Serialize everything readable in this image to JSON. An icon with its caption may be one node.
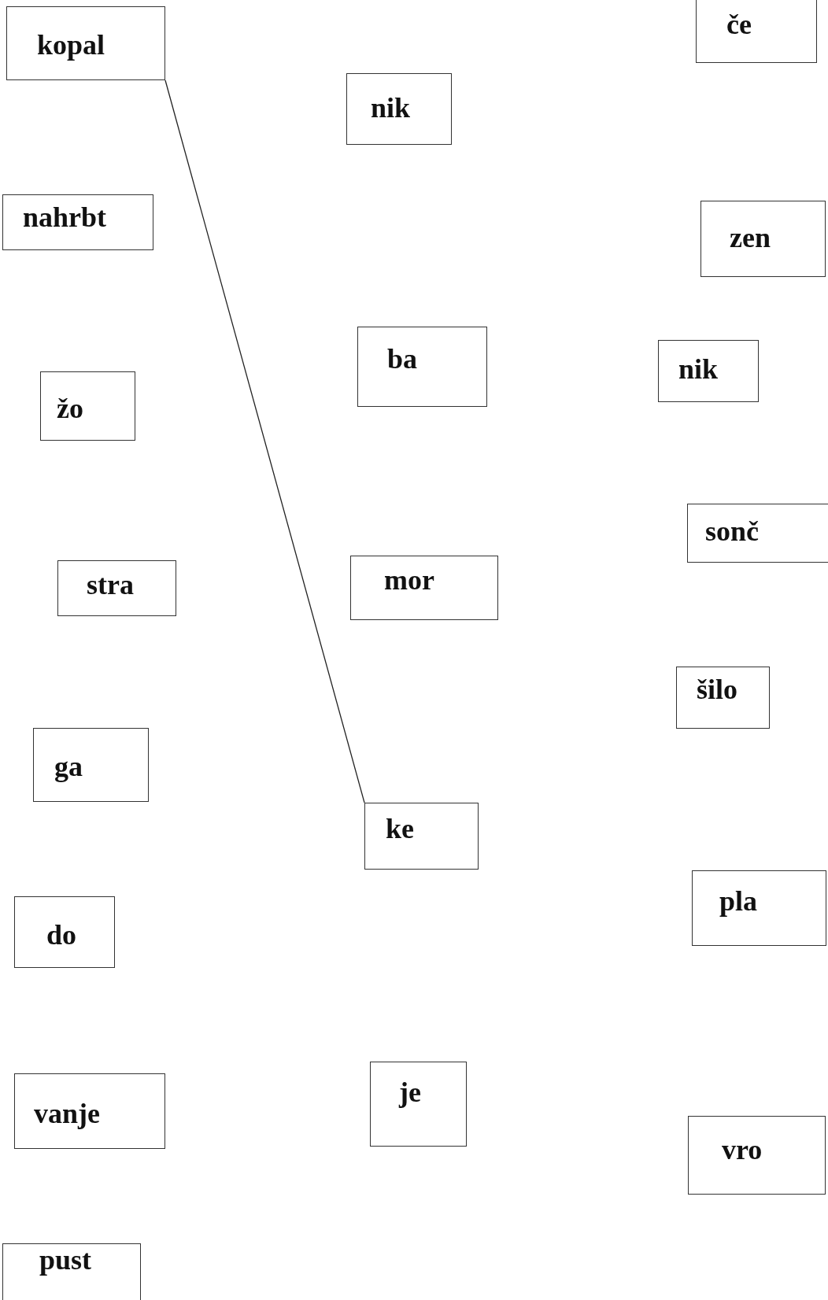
{
  "diagram": {
    "nodes": [
      {
        "text": [
          "kopal"
        ]
      },
      {
        "text": [
          "nahrbt"
        ]
      },
      {
        "text": [
          "žo"
        ]
      },
      {
        "text": [
          "stra"
        ]
      },
      {
        "text": [
          "ga"
        ]
      },
      {
        "text": [
          "do"
        ]
      },
      {
        "text": [
          "vanje"
        ]
      },
      {
        "text": [
          "pust"
        ]
      },
      {
        "text": [
          "nik"
        ]
      },
      {
        "text": [
          "ba"
        ]
      },
      {
        "text": [
          "mor"
        ]
      },
      {
        "text": [
          "ke"
        ]
      },
      {
        "text": [
          "je"
        ]
      },
      {
        "text": [
          "če"
        ]
      },
      {
        "text": [
          "zen"
        ]
      },
      {
        "text": [
          "nik"
        ]
      },
      {
        "text": [
          "sonč"
        ]
      },
      {
        "text": [
          "šilo"
        ]
      },
      {
        "text": [
          "pla"
        ]
      },
      {
        "text": [
          "vro"
        ]
      }
    ],
    "edges": [
      {
        "from": 0,
        "to": 11,
        "arrow": "none"
      }
    ]
  }
}
